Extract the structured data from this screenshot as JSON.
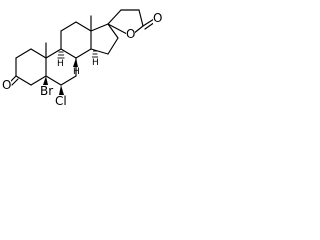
{
  "molecule": {
    "atoms": {
      "ring_oxygen": "O",
      "carbonyl_oxygen_lactone": "O",
      "carbonyl_oxygen_ketone": "O",
      "bromine": "Br",
      "chlorine": "Cl",
      "hydrogen_8": "H",
      "hydrogen_9": "H",
      "hydrogen_14": "H"
    }
  },
  "colors": {
    "bonds": "#000000",
    "labels": "#000000",
    "background": "#ffffff"
  }
}
